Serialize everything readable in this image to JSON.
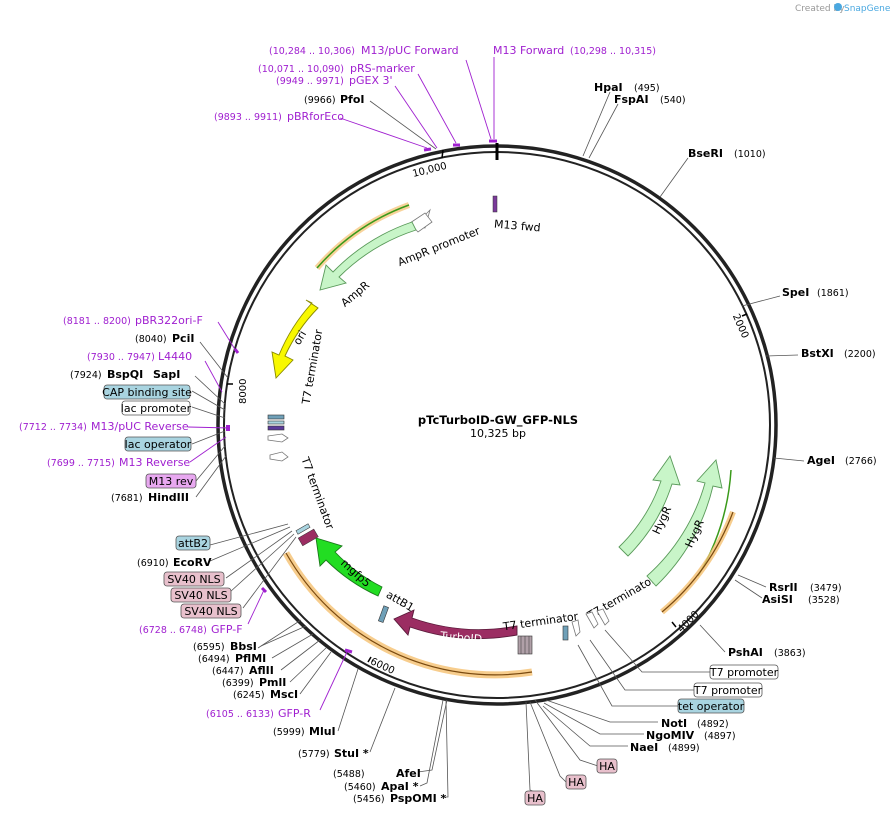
{
  "watermark": {
    "text": "Created by",
    "brand": "SnapGene"
  },
  "plasmid": {
    "name": "pTcTurboID-GW_GFP-NLS",
    "length": "10,325 bp"
  },
  "ticks": [
    {
      "label": "2000"
    },
    {
      "label": "4000"
    },
    {
      "label": "6000"
    },
    {
      "label": "8000"
    },
    {
      "label": "10,000"
    }
  ],
  "sites": [
    {
      "name": "HpaI",
      "pos": "(495)"
    },
    {
      "name": "FspAI",
      "pos": "(540)"
    },
    {
      "name": "BseRI",
      "pos": "(1010)"
    },
    {
      "name": "SpeI",
      "pos": "(1861)"
    },
    {
      "name": "BstXI",
      "pos": "(2200)"
    },
    {
      "name": "AgeI",
      "pos": "(2766)"
    },
    {
      "name": "RsrII",
      "pos": "(3479)"
    },
    {
      "name": "AsiSI",
      "pos": "(3528)"
    },
    {
      "name": "PshAI",
      "pos": "(3863)"
    },
    {
      "name": "NotI",
      "pos": "(4892)"
    },
    {
      "name": "NgoMIV",
      "pos": "(4897)"
    },
    {
      "name": "NaeI",
      "pos": "(4899)"
    },
    {
      "name": "AfeI",
      "pos": "(5488)"
    },
    {
      "name": "ApaI *",
      "pos": "(5460)"
    },
    {
      "name": "PspOMI *",
      "pos": "(5456)"
    },
    {
      "name": "StuI *",
      "pos": "(5779)"
    },
    {
      "name": "MluI",
      "pos": "(5999)"
    },
    {
      "name": "MscI",
      "pos": "(6245)"
    },
    {
      "name": "PmlI",
      "pos": "(6399)"
    },
    {
      "name": "AflII",
      "pos": "(6447)"
    },
    {
      "name": "PflMI",
      "pos": "(6494)"
    },
    {
      "name": "BbsI",
      "pos": "(6595)"
    },
    {
      "name": "EcoRV",
      "pos": "(6910)"
    },
    {
      "name": "HindIII",
      "pos": "(7681)"
    },
    {
      "name": "BspQI",
      "pos": "(7924)"
    },
    {
      "name": "SapI",
      "pos": ""
    },
    {
      "name": "PciI",
      "pos": "(8040)"
    },
    {
      "name": "PfoI",
      "pos": "(9966)"
    }
  ],
  "primers": [
    {
      "name": "M13/pUC Forward",
      "pos": "(10,284 .. 10,306)"
    },
    {
      "name": "M13 Forward",
      "pos": "(10,298 .. 10,315)"
    },
    {
      "name": "pRS-marker",
      "pos": "(10,071 .. 10,090)"
    },
    {
      "name": "pGEX 3'",
      "pos": "(9949 .. 9971)"
    },
    {
      "name": "pBRforEco",
      "pos": "(9893 .. 9911)"
    },
    {
      "name": "pBR322ori-F",
      "pos": "(8181 .. 8200)"
    },
    {
      "name": "L4440",
      "pos": "(7930 .. 7947)"
    },
    {
      "name": "M13/pUC Reverse",
      "pos": "(7712 .. 7734)"
    },
    {
      "name": "M13 Reverse",
      "pos": "(7699 .. 7715)"
    },
    {
      "name": "GFP-F",
      "pos": "(6728 .. 6748)"
    },
    {
      "name": "GFP-R",
      "pos": "(6105 .. 6133)"
    }
  ],
  "boxes": [
    {
      "text": "CAP binding site",
      "color": "#a9d4e0"
    },
    {
      "text": "lac promoter",
      "color": "#ffffff"
    },
    {
      "text": "lac operator",
      "color": "#a9d4e0"
    },
    {
      "text": "M13 rev",
      "color": "#e8a8f0"
    },
    {
      "text": "attB2",
      "color": "#a9d4e0"
    },
    {
      "text": "SV40 NLS",
      "color": "#e8c0cc"
    },
    {
      "text": "SV40 NLS",
      "color": "#e8c0cc"
    },
    {
      "text": "SV40 NLS",
      "color": "#e8c0cc"
    },
    {
      "text": "T7 promoter",
      "color": "#ffffff"
    },
    {
      "text": "T7 promoter",
      "color": "#ffffff"
    },
    {
      "text": "tet operator",
      "color": "#a9d4e0"
    },
    {
      "text": "HA",
      "color": "#e8c0cc"
    },
    {
      "text": "HA",
      "color": "#e8c0cc"
    },
    {
      "text": "HA",
      "color": "#e8c0cc"
    }
  ],
  "features": [
    {
      "name": "AmpR promoter"
    },
    {
      "name": "AmpR"
    },
    {
      "name": "ori"
    },
    {
      "name": "T7 terminator"
    },
    {
      "name": "T7 terminator"
    },
    {
      "name": "M13 fwd"
    },
    {
      "name": "mgfp5"
    },
    {
      "name": "attB1"
    },
    {
      "name": "TurboID"
    },
    {
      "name": "T7 terminator"
    },
    {
      "name": "T7 terminator"
    },
    {
      "name": "HygR"
    },
    {
      "name": "HygR"
    }
  ],
  "colors": {
    "ring": "#222222",
    "primer": "#a020d0",
    "ampr": "#c8f5c8",
    "ori": "#f8f800",
    "mgfp5": "#22dd22",
    "turboid": "#9b2d62",
    "orf": "#f5c071",
    "orf_green": "#3a9a1a",
    "attb": "#a9d4e0"
  }
}
